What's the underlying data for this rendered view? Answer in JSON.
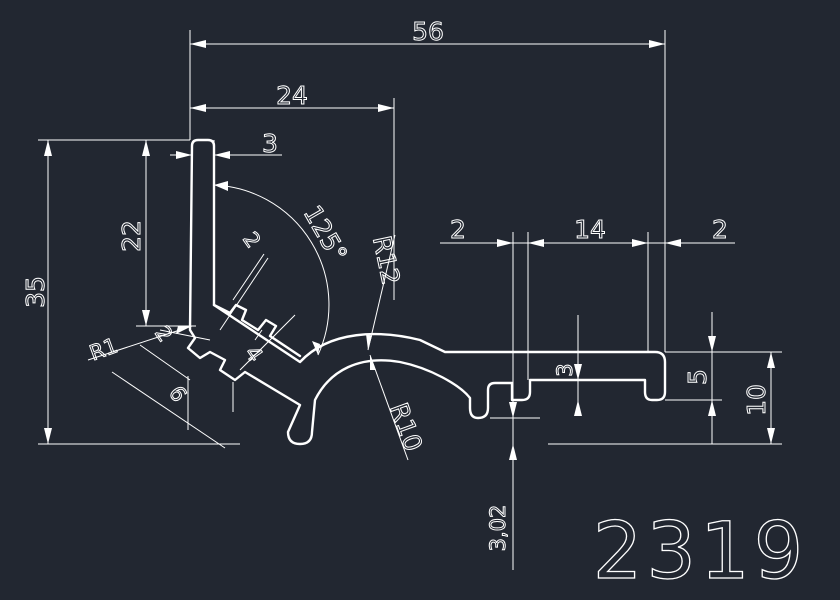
{
  "part_number": "2319",
  "colors": {
    "background": "#222731",
    "lines": "#ffffff"
  },
  "dimensions": {
    "overall_width": "56",
    "leg_width": "24",
    "wall_top": "3",
    "height_total": "35",
    "height_leg": "22",
    "angle": "125°",
    "radius_outer": "R12",
    "radius_inner": "R10",
    "radius_corner": "R1",
    "groove_depth_a": "2",
    "groove_depth_b": "2",
    "groove_width": "4",
    "groove_pitch": "6",
    "slot_left": "2",
    "slot_width": "14",
    "slot_right": "2",
    "slot_height": "3",
    "flange_height": "5",
    "base_height": "10",
    "bottom_offset": "3,02"
  }
}
